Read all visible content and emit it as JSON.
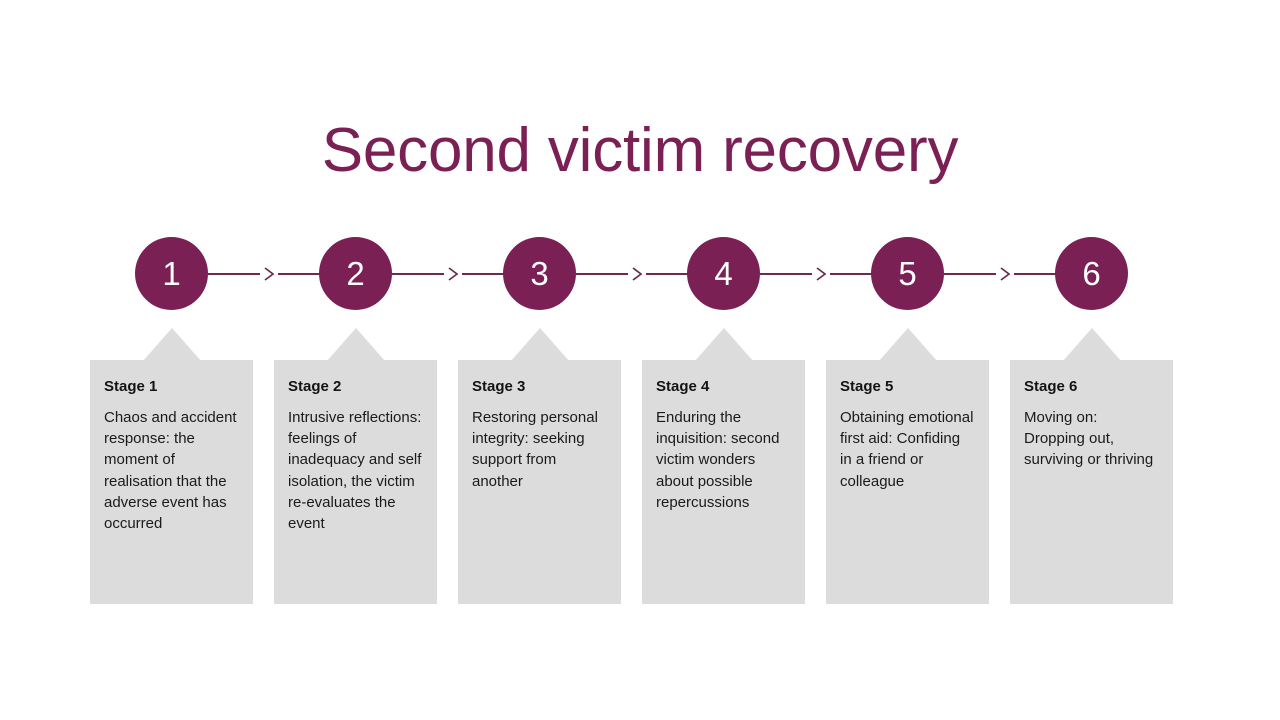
{
  "slide": {
    "title": "Second victim recovery",
    "background_color": "#ffffff",
    "accent_color": "#7a2055",
    "card_color": "#dcdcdc"
  },
  "nodes": [
    {
      "number": "1"
    },
    {
      "number": "2"
    },
    {
      "number": "3"
    },
    {
      "number": "4"
    },
    {
      "number": "5"
    },
    {
      "number": "6"
    }
  ],
  "stages": [
    {
      "heading": "Stage 1",
      "text": "Chaos and accident response: the moment of realisation that the adverse event has occurred"
    },
    {
      "heading": "Stage 2",
      "text": "Intrusive reflections: feelings of inadequacy and self isolation, the victim re-evaluates the event"
    },
    {
      "heading": "Stage 3",
      "text": "Restoring personal integrity: seeking support from another"
    },
    {
      "heading": "Stage 4",
      "text": "Enduring the inquisition: second victim wonders about possible repercussions"
    },
    {
      "heading": "Stage 5",
      "text": "Obtaining emotional first aid: Confiding in a friend or colleague"
    },
    {
      "heading": "Stage 6",
      "text": "Moving on: Dropping out, surviving or thriving"
    }
  ],
  "connectors": [
    {
      "icon": "chevron-right-icon"
    },
    {
      "icon": "chevron-right-icon"
    },
    {
      "icon": "chevron-right-icon"
    },
    {
      "icon": "chevron-right-icon"
    },
    {
      "icon": "chevron-right-icon"
    }
  ]
}
